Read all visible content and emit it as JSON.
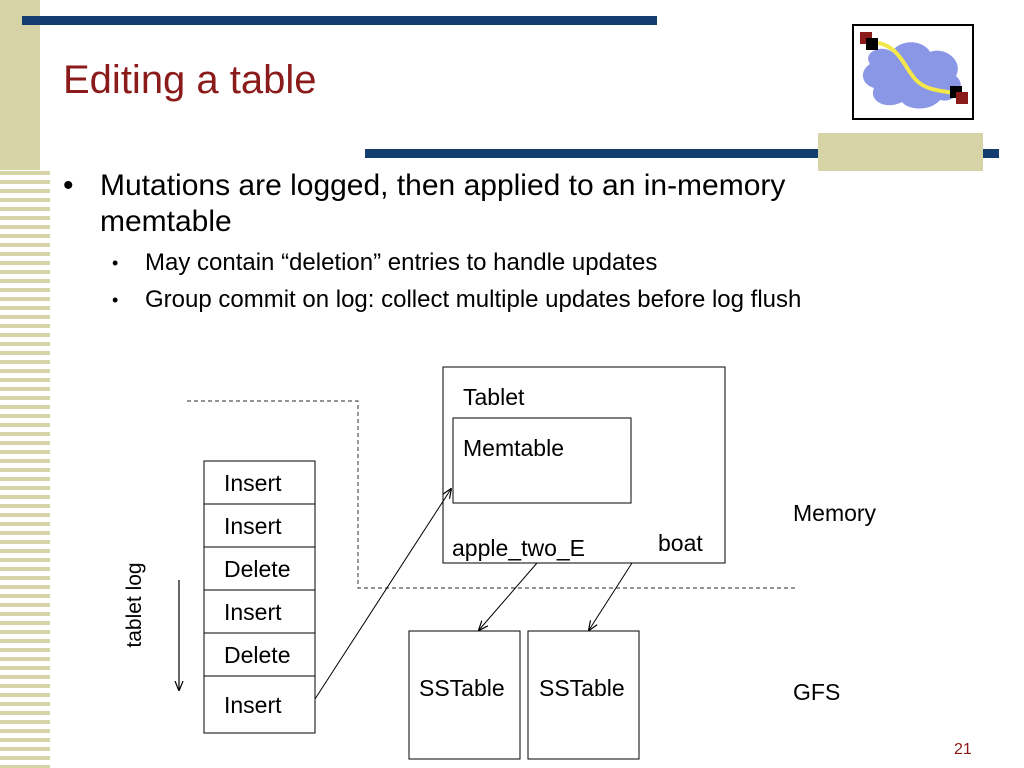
{
  "slide": {
    "title": "Editing a table",
    "bullets": [
      {
        "text": "Mutations are logged, then applied to an in-memory",
        "text_cont": "memtable",
        "sub": [
          "May contain “deletion” entries to handle updates",
          "Group commit on log: collect multiple updates before log flush"
        ]
      }
    ],
    "page_number": "21"
  },
  "diagram": {
    "tablet_label": "Tablet",
    "memtable_label": "Memtable",
    "row_left": "apple_two_E",
    "row_right": "boat",
    "memory_label": "Memory",
    "gfs_label": "GFS",
    "sstable_labels": [
      "SSTable",
      "SSTable"
    ],
    "log_axis_label": "tablet log",
    "log_entries": [
      "Insert",
      "Insert",
      "Delete",
      "Insert",
      "Delete",
      "Insert"
    ]
  },
  "colors": {
    "accent_bar": "#123d6e",
    "title": "#8b1a1a",
    "stripe": "#d6d4a6"
  }
}
